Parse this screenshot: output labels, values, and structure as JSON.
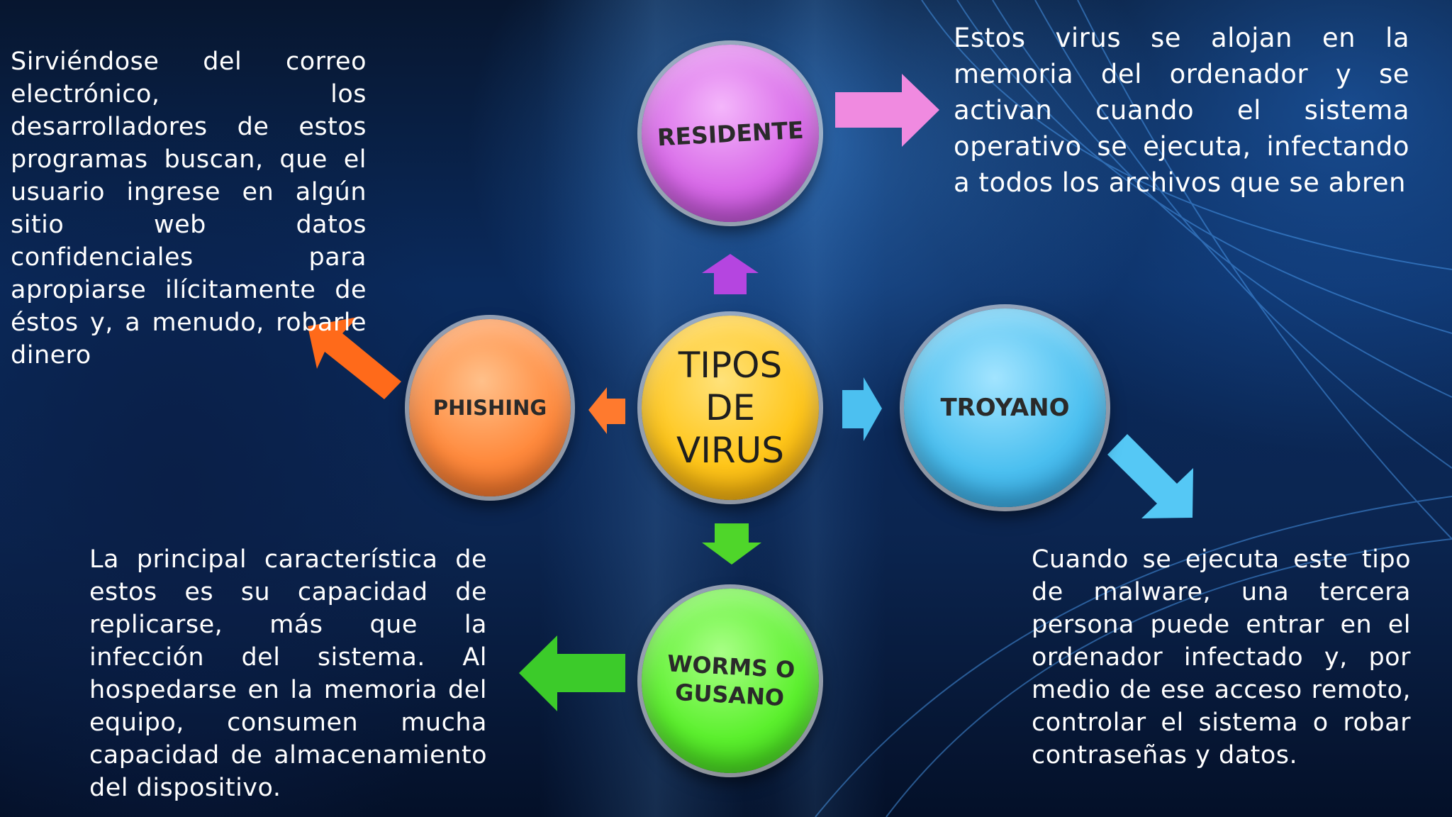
{
  "center": {
    "label_lines": [
      "TIPOS",
      "DE",
      "VIRUS"
    ],
    "color": "#ffc61a"
  },
  "nodes": {
    "residente": {
      "label": "RESIDENTE",
      "color": "#e07df0"
    },
    "troyano": {
      "label": "TROYANO",
      "color": "#4cc0f0"
    },
    "phishing": {
      "label": "PHISHING",
      "color": "#ff8a3d"
    },
    "worms": {
      "label_lines": [
        "WORMS O",
        "GUSANO"
      ],
      "color": "#5cf02e"
    }
  },
  "descriptions": {
    "phishing": "Sirviéndose del correo electrónico, los desarrolladores de estos programas buscan, que el usuario ingrese en algún sitio web datos confidenciales para apropiarse ilícitamente de éstos y, a menudo, robarle dinero",
    "residente": "Estos virus se alojan en la memoria del ordenador y se activan cuando el sistema operativo se ejecuta, infectando a todos los archivos que se abren",
    "worms": "La principal característica de estos es su capacidad de replicarse, más que la infección del sistema. Al hospedarse en la memoria del equipo, consumen mucha capacidad de almacenamiento del dispositivo.",
    "troyano": "Cuando se ejecuta este tipo de malware, una tercera persona puede entrar en el ordenador infectado y, por medio de ese acceso remoto, controlar el sistema o robar contraseñas y datos."
  },
  "arrow_colors": {
    "up": "#b545e0",
    "right": "#4cc0f0",
    "left": "#ff7a2e",
    "down": "#4fd62a",
    "residente": "#f08ae0",
    "troyano": "#55c8f5",
    "phishing": "#ff6a1a",
    "worms": "#3ccb2a"
  }
}
